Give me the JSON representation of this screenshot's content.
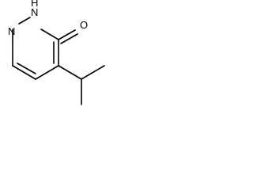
{
  "molecule": {
    "atoms": {
      "nitrogen_1": "N",
      "nitrogen_2": "N",
      "nh_hydrogen": "H",
      "oxygen": "O"
    },
    "colors": {
      "bond": "#000000",
      "text": "#000000",
      "background": "#ffffff"
    }
  }
}
